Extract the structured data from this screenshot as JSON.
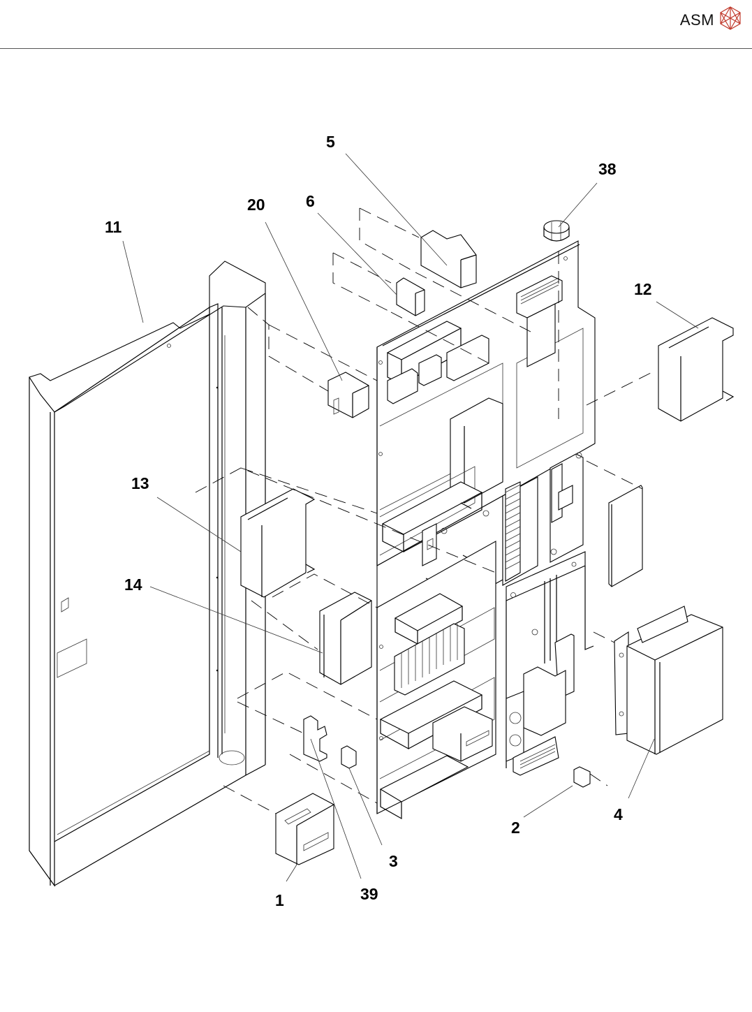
{
  "header": {
    "brand_name": "ASM",
    "logo_icon": "asm-hexagon-logo-icon",
    "logo_color": "#c0392b"
  },
  "diagram": {
    "type": "exploded-parts-view",
    "callouts": [
      {
        "id": "c1",
        "label": "1"
      },
      {
        "id": "c2",
        "label": "2"
      },
      {
        "id": "c3",
        "label": "3"
      },
      {
        "id": "c4",
        "label": "4"
      },
      {
        "id": "c5",
        "label": "5"
      },
      {
        "id": "c6",
        "label": "6"
      },
      {
        "id": "c11",
        "label": "11"
      },
      {
        "id": "c12",
        "label": "12"
      },
      {
        "id": "c13",
        "label": "13"
      },
      {
        "id": "c14",
        "label": "14"
      },
      {
        "id": "c20",
        "label": "20"
      },
      {
        "id": "c38",
        "label": "38"
      },
      {
        "id": "c39",
        "label": "39"
      }
    ]
  }
}
